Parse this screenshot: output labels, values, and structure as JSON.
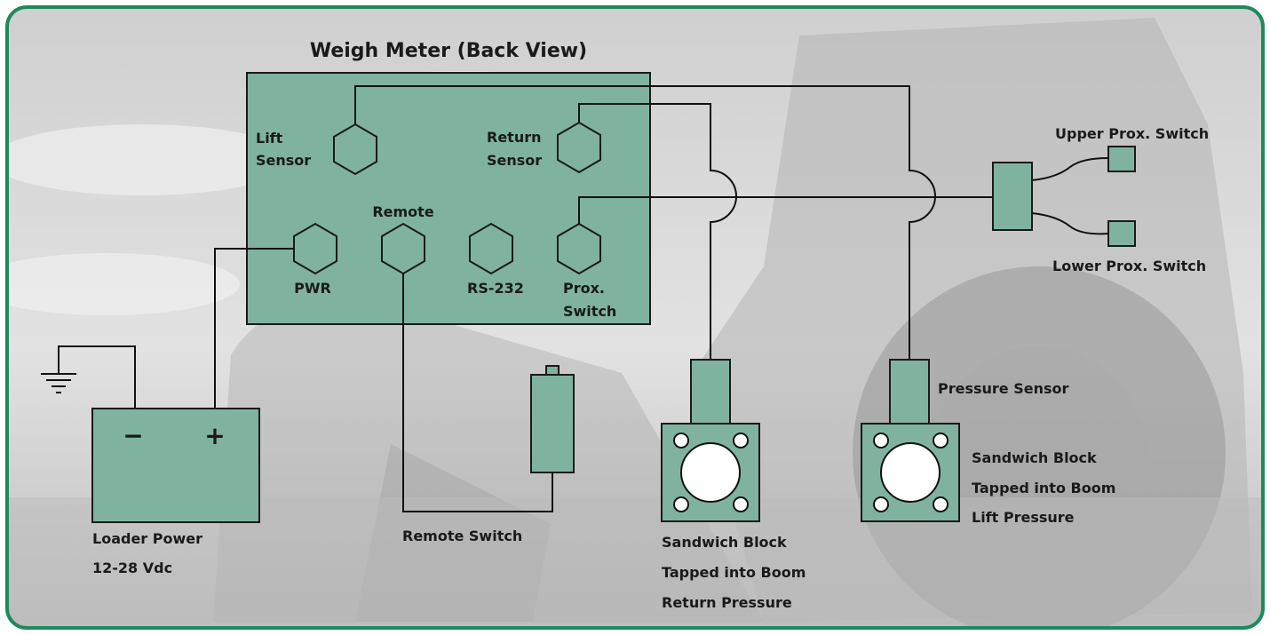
{
  "colors": {
    "frame": "#1e8a5a",
    "component": "#7fb39f",
    "background": "#dcdcdc"
  },
  "meter": {
    "title": "Weigh Meter (Back View)",
    "lift_sensor": [
      "Lift",
      "Sensor"
    ],
    "return_sensor": [
      "Return",
      "Sensor"
    ],
    "remote": "Remote",
    "pwr": "PWR",
    "rs232": "RS-232",
    "prox_switch": [
      "Prox.",
      "Switch"
    ]
  },
  "battery": {
    "minus": "−",
    "plus": "+",
    "label": [
      "Loader Power",
      "12-28 Vdc"
    ]
  },
  "remote_switch": {
    "label": "Remote Switch"
  },
  "block_return": {
    "label": [
      "Sandwich Block",
      "Tapped into Boom",
      "Return Pressure"
    ]
  },
  "block_lift": {
    "label": [
      "Sandwich Block",
      "Tapped into Boom",
      "Lift Pressure"
    ]
  },
  "pressure_sensor": {
    "label": "Pressure Sensor"
  },
  "prox": {
    "upper": "Upper Prox. Switch",
    "lower": "Lower Prox. Switch"
  },
  "icons": {
    "ground": "ground-icon"
  }
}
